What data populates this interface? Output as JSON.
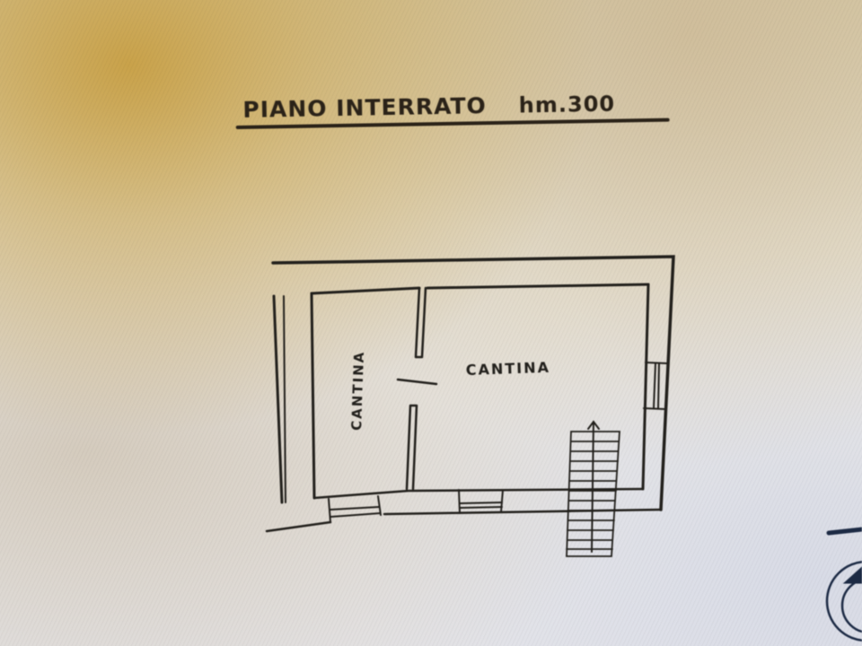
{
  "plan": {
    "title": "PIANO INTERRATO",
    "height_note": "hm.300",
    "rooms": [
      {
        "label": "CANTINA",
        "orientation": "vertical"
      },
      {
        "label": "CANTINA",
        "orientation": "horizontal"
      }
    ],
    "elements": [
      "staircase",
      "windows",
      "interior-door-opening",
      "north-arrow"
    ]
  },
  "colors": {
    "ink": "#22201c",
    "paper": "#eceae6",
    "glare": "#c9a24a"
  }
}
